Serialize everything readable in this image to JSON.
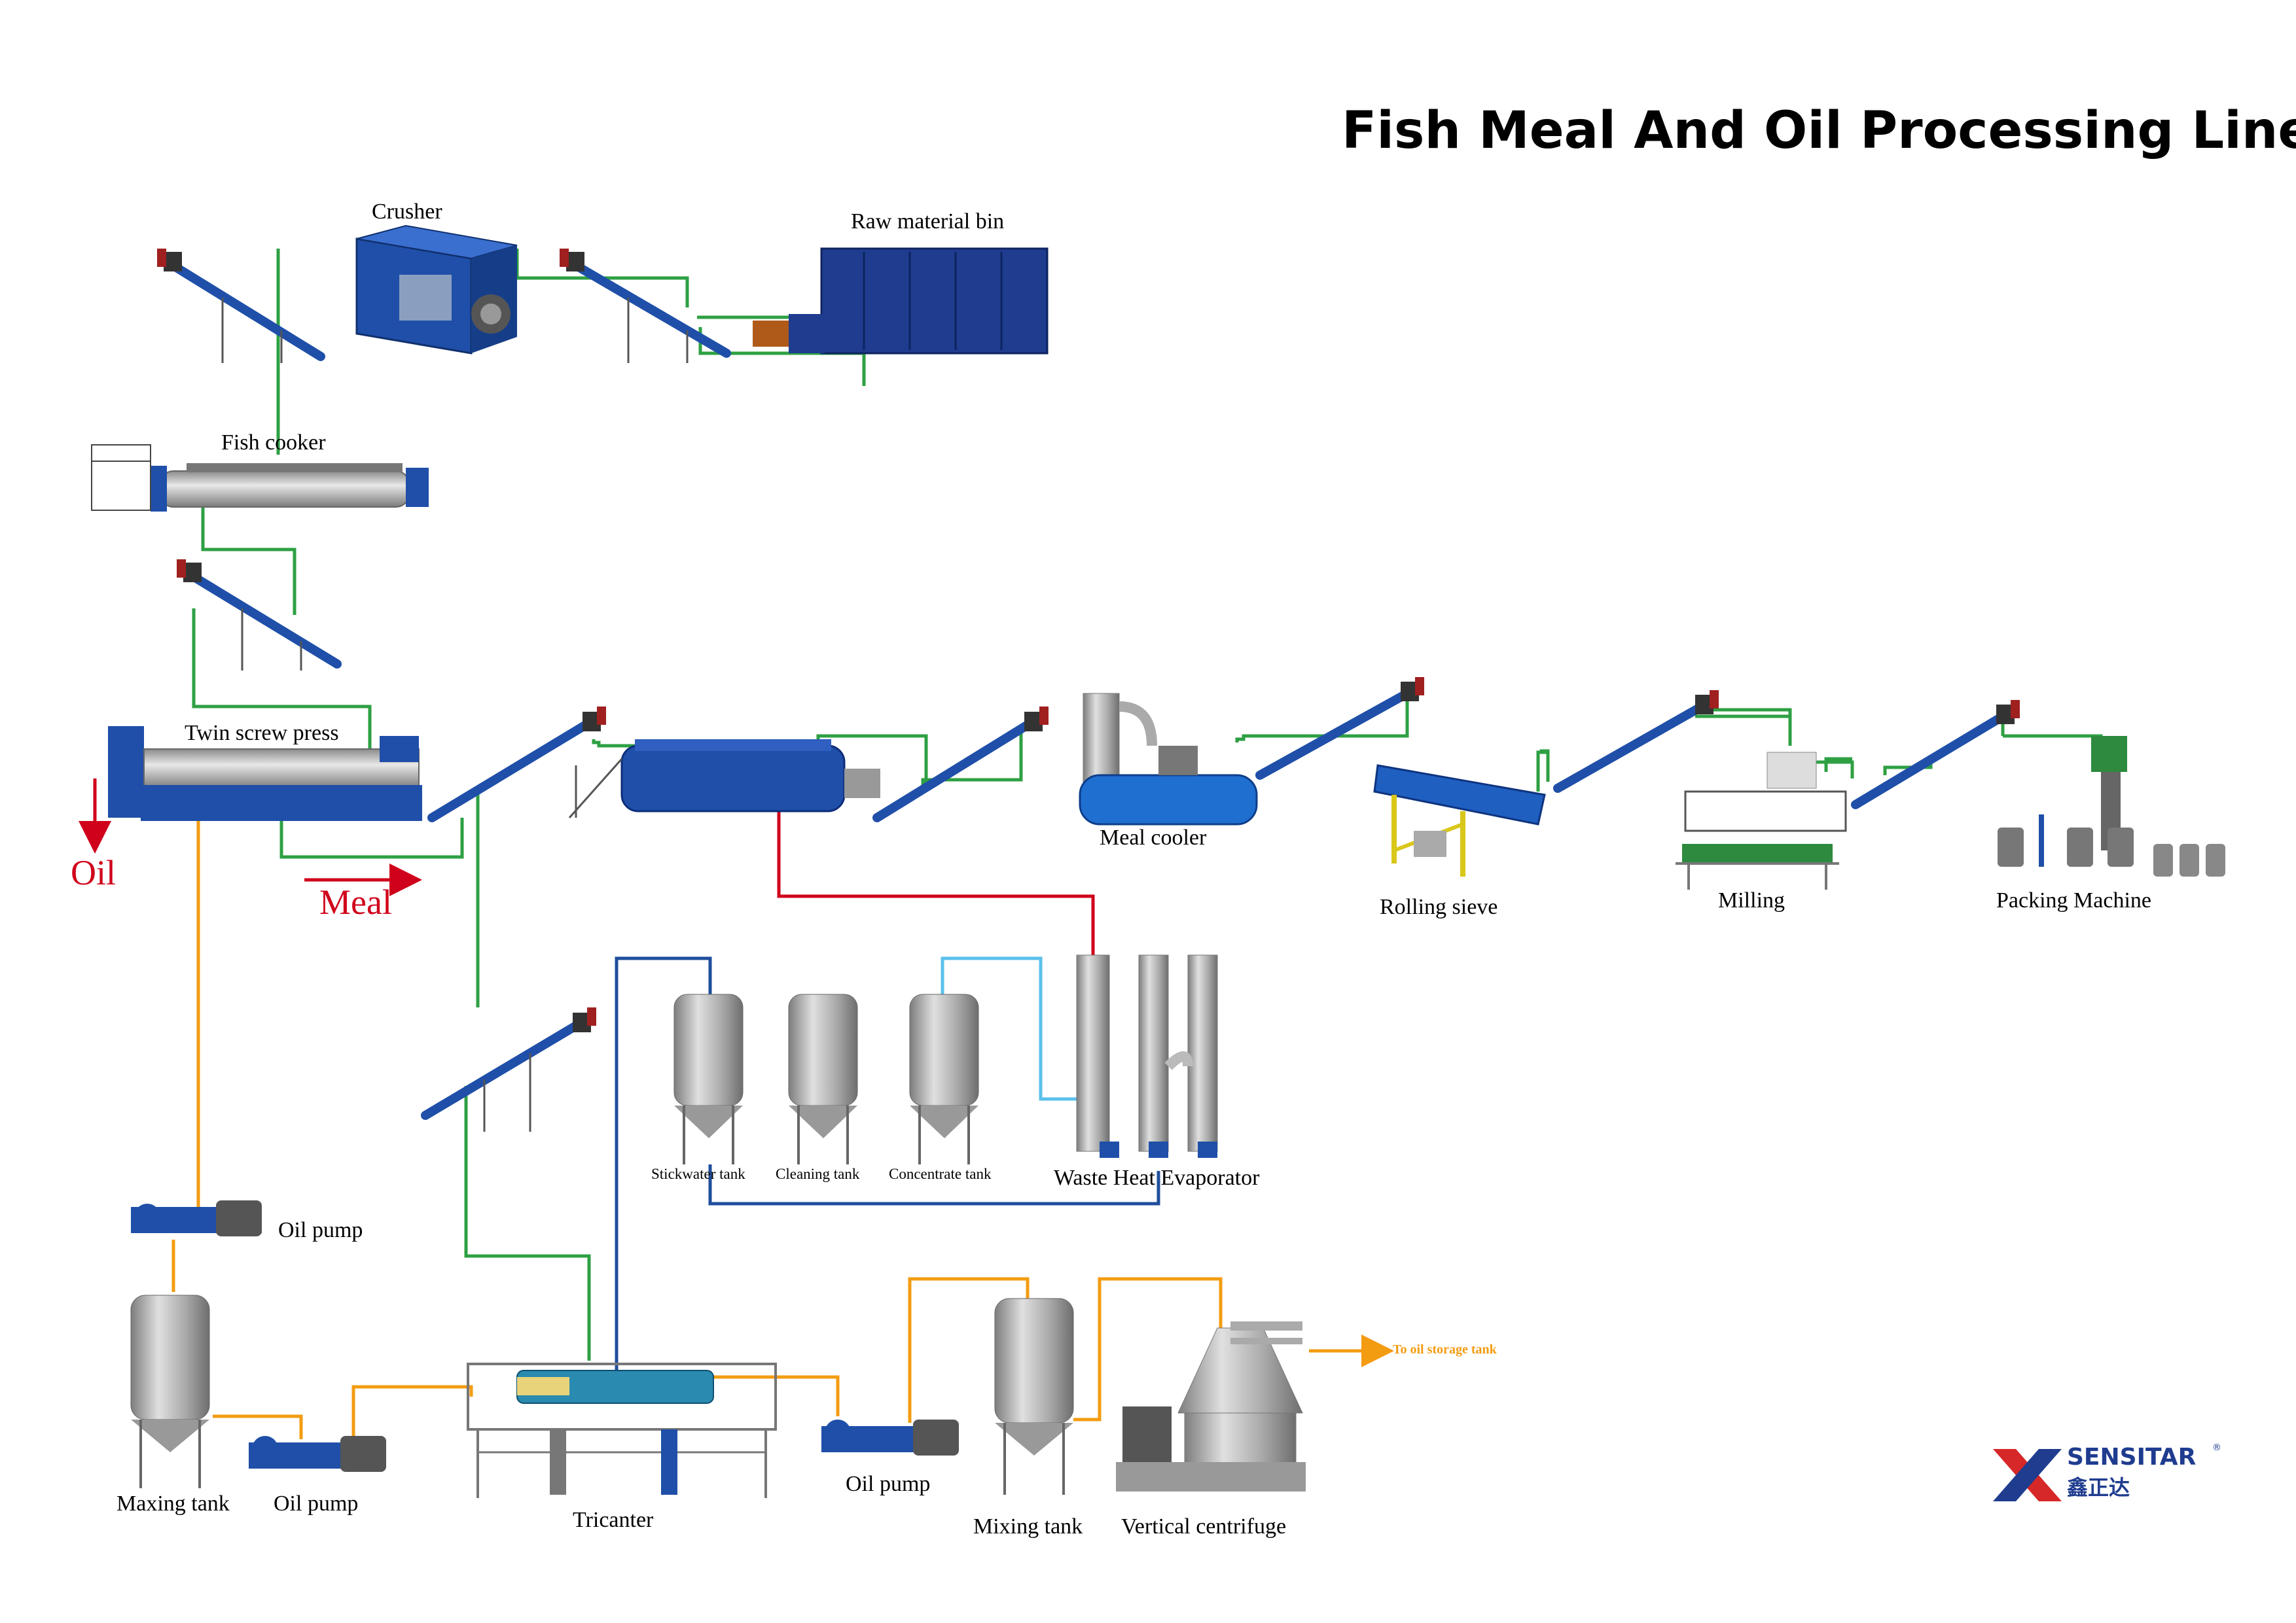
{
  "title": "Fish Meal And  Oil Processing Line",
  "labels": {
    "crusher": "Crusher",
    "raw_material_bin": "Raw material bin",
    "fish_cooker": "Fish cooker",
    "twin_screw_press": "Twin screw press",
    "oil": "Oil",
    "meal": "Meal",
    "meal_cooler": "Meal cooler",
    "rolling_sieve": "Rolling sieve",
    "milling": "Milling",
    "packing_machine": "Packing Machine",
    "stickwater_tank": "Stickwater tank",
    "cleaning_tank": "Cleaning tank",
    "concentrate_tank": "Concentrate tank",
    "waste_heat_evaporator": "Waste Heat Evaporator",
    "oil_pump_1": "Oil pump",
    "maxing_tank": "Maxing tank",
    "oil_pump_2": "Oil pump",
    "tricanter": "Tricanter",
    "oil_pump_3": "Oil pump",
    "mixing_tank": "Mixing tank",
    "vertical_centrifuge": "Vertical centrifuge",
    "to_oil_storage_tank": "To oil storage tank"
  },
  "logo": {
    "name": "SENSITAR",
    "cn": "鑫正达",
    "reg": "®"
  },
  "colors": {
    "meal_line": "#2ea043",
    "oil_line": "#f39c12",
    "heat_line": "#d0021b",
    "water_line": "#1f4e9c",
    "concentrate_line": "#5bc0eb",
    "machine_blue": "#1f4fa8",
    "steel": "#a9a9a9"
  }
}
